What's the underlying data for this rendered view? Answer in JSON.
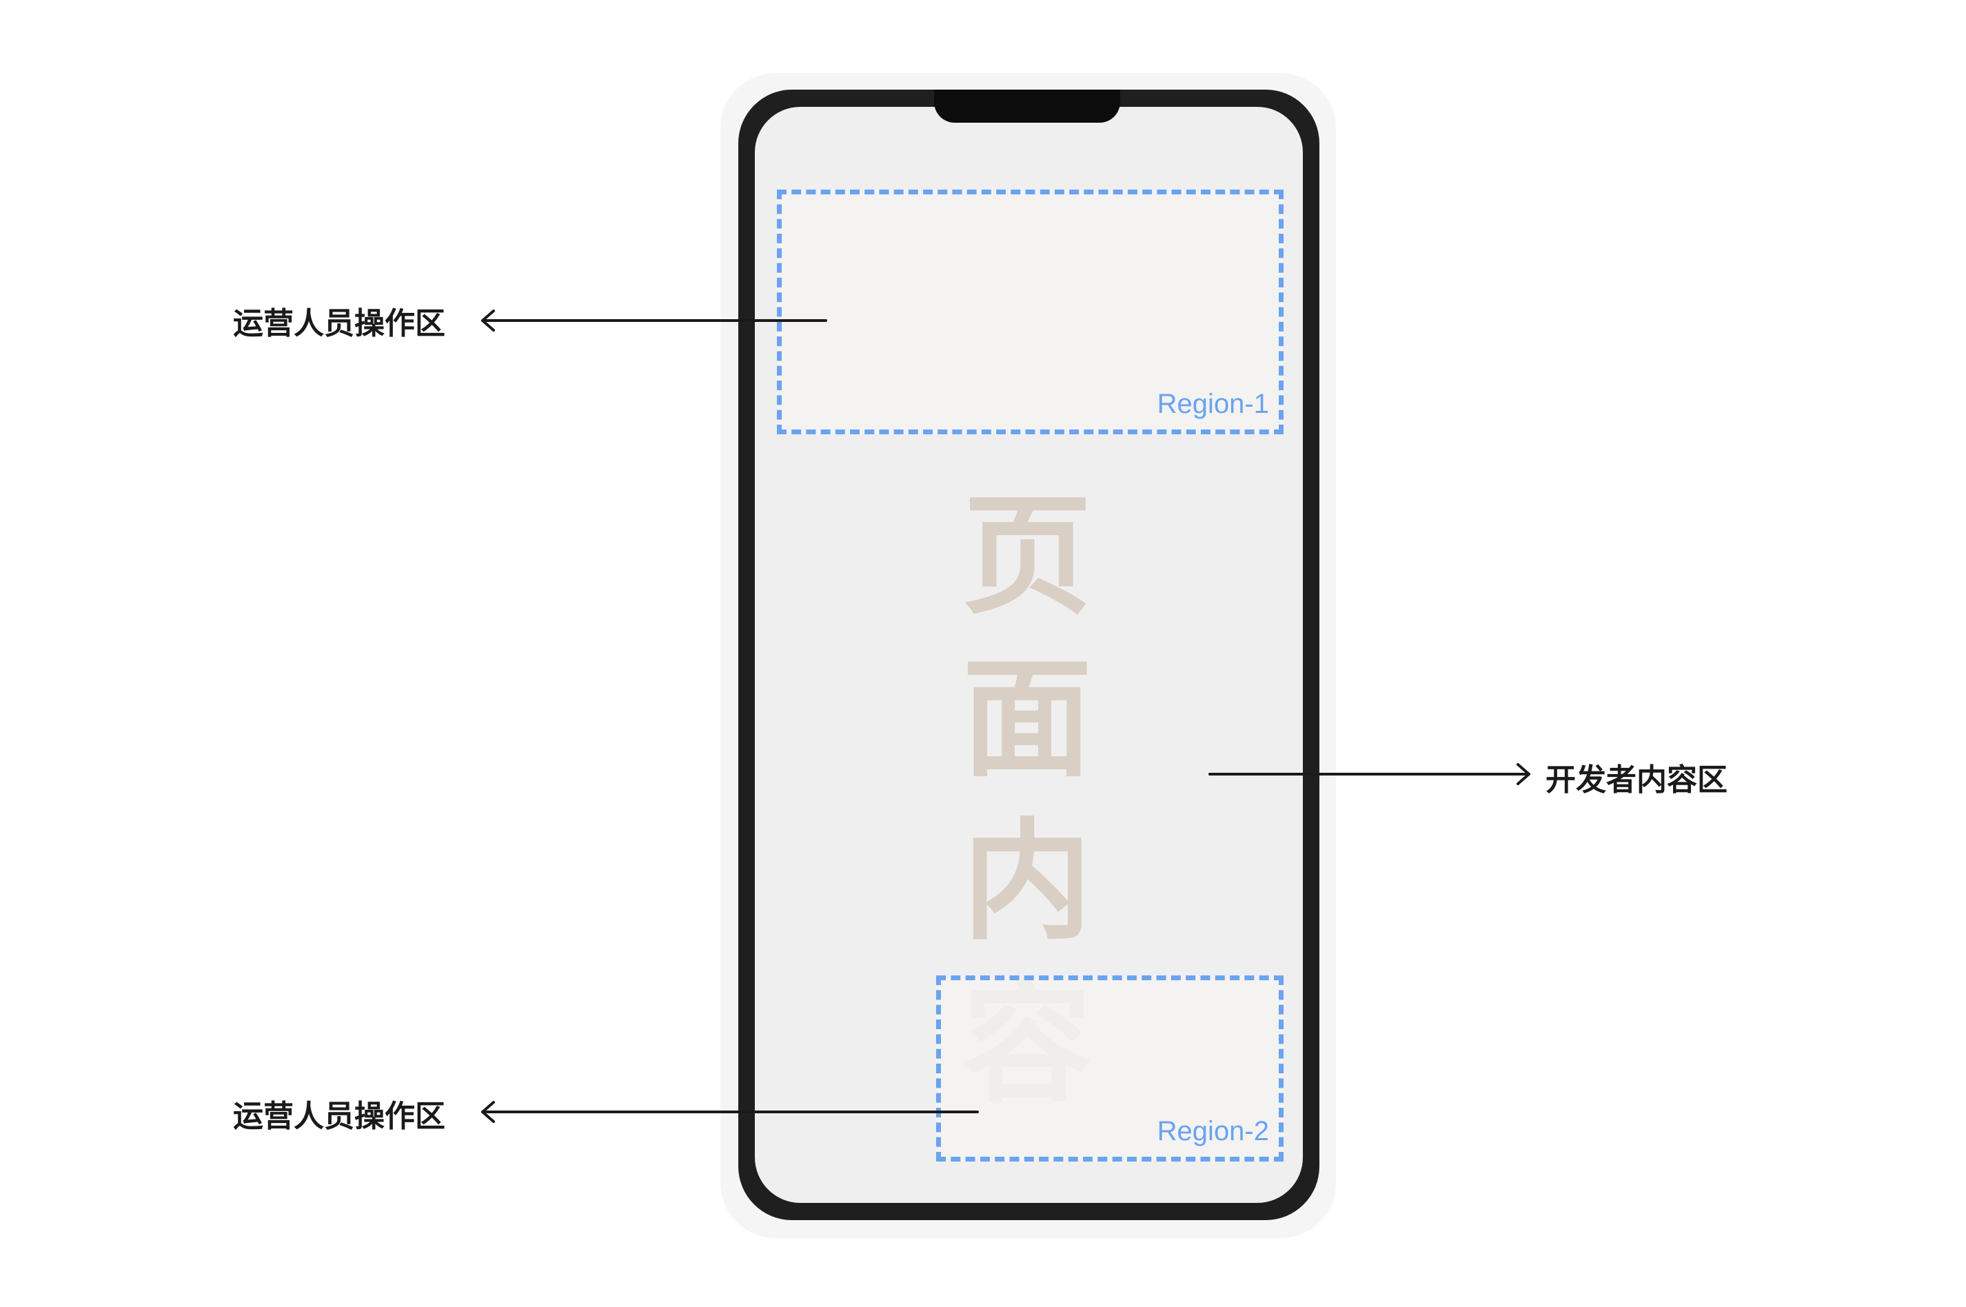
{
  "page_content_label": [
    "页",
    "面",
    "内",
    "容"
  ],
  "regions": [
    {
      "label": "Region-1"
    },
    {
      "label": "Region-2"
    }
  ],
  "annotations": {
    "operator_area_top": "运营人员操作区",
    "operator_area_bottom": "运营人员操作区",
    "developer_content_area": "开发者内容区"
  },
  "colors": {
    "region_border": "#6aa3f0",
    "page_content_text": "#d9cfc4",
    "phone_frame": "#1f1f1f",
    "screen_background": "#efefef"
  }
}
